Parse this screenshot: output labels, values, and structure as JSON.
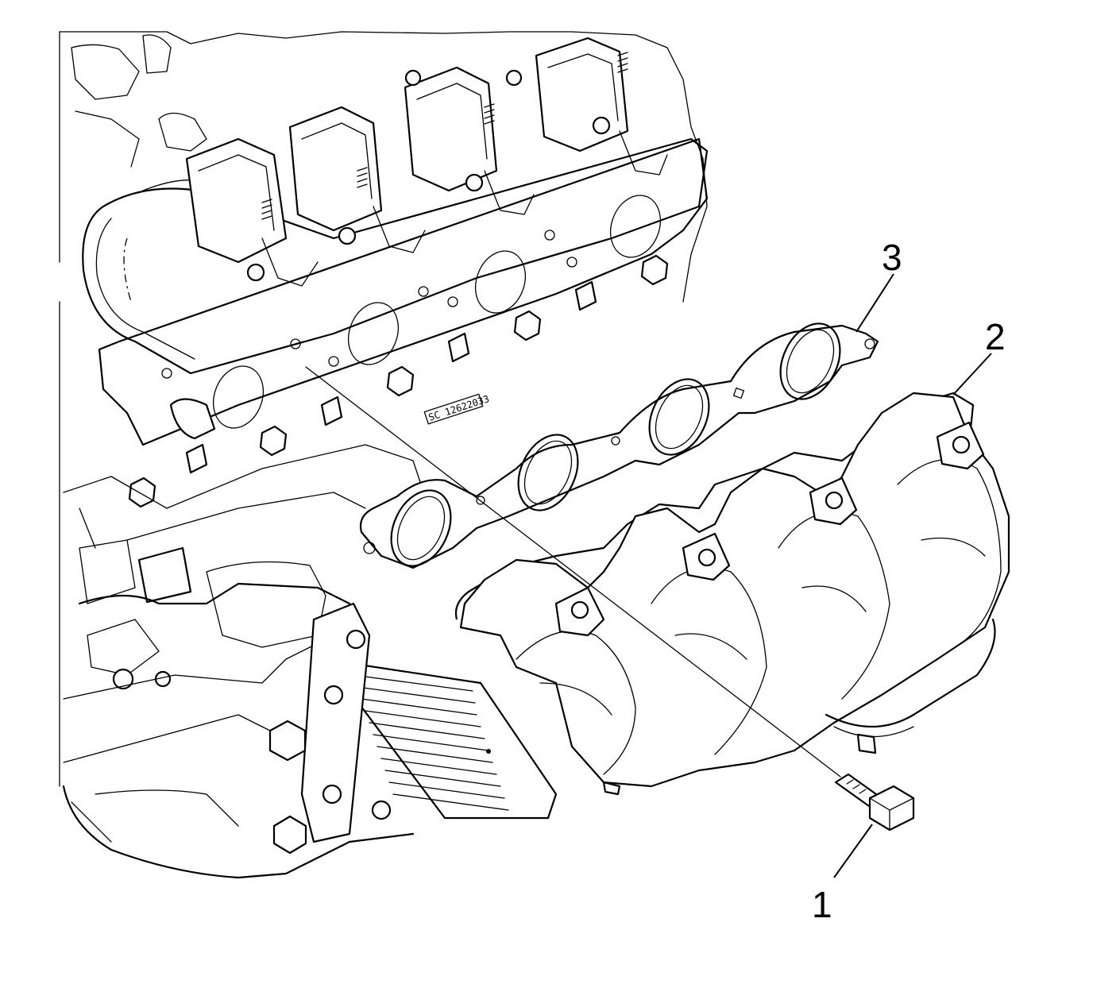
{
  "figure": {
    "description_free": true,
    "callouts": [
      {
        "id": "1",
        "label": "1",
        "part": "bolt"
      },
      {
        "id": "2",
        "label": "2",
        "part": "exhaust-manifold"
      },
      {
        "id": "3",
        "label": "3",
        "part": "gasket"
      }
    ],
    "gasket_stamp": "SC 12622033"
  }
}
